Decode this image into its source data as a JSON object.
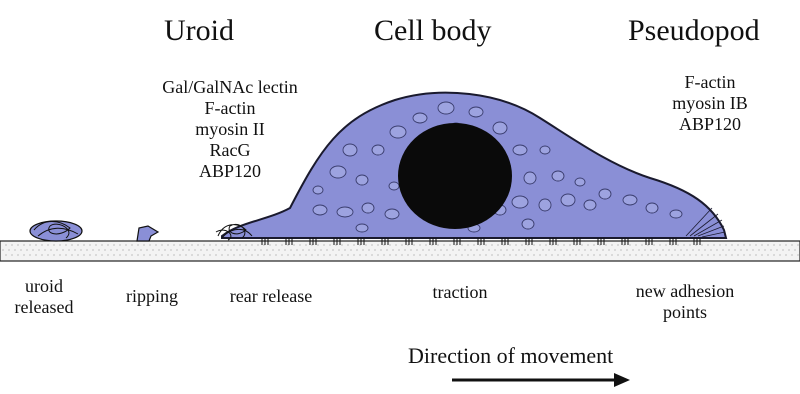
{
  "headings": {
    "uroid": "Uroid",
    "cell_body": "Cell body",
    "pseudopod": "Pseudopod"
  },
  "uroid_components": [
    "Gal/GalNAc lectin",
    "F-actin",
    "myosin II",
    "RacG",
    "ABP120"
  ],
  "pseudopod_components": [
    "F-actin",
    "myosin IB",
    "ABP120"
  ],
  "stages": {
    "uroid_released": [
      "uroid",
      "released"
    ],
    "ripping": "ripping",
    "rear_release": "rear release",
    "traction": "traction",
    "new_adhesion": [
      "new adhesion",
      "points"
    ]
  },
  "direction_label": "Direction of movement",
  "colors": {
    "cell": "#8a8fd6",
    "cell_outline": "#1a1a2e",
    "nucleus": "#0a0a0a",
    "vesicle": "#9da3e0",
    "substrate": "#f2f2f2",
    "arrow": "#111111"
  }
}
